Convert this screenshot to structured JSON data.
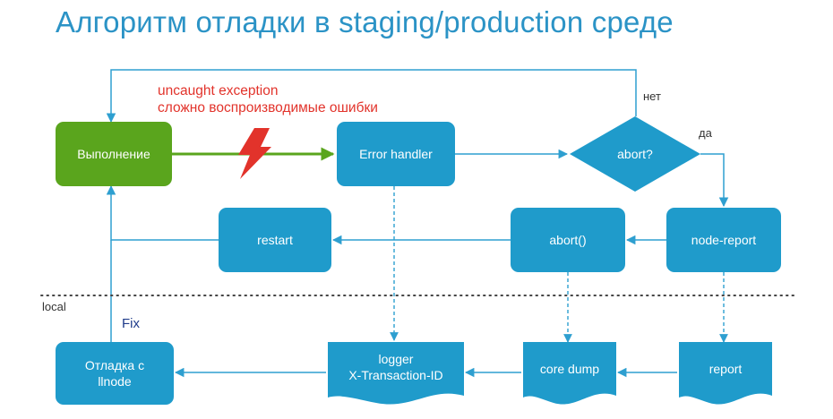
{
  "title": "Алгоритм отладки в staging/production среде",
  "colors": {
    "accent": "#1f9bcb",
    "execution": "#5aa51d",
    "error": "#e2332b",
    "line": "#2e9fd0",
    "fix_text": "#1f3b8a"
  },
  "nodes": {
    "execution": "Выполнение",
    "error_handler": "Error handler",
    "decision": "abort?",
    "restart": "restart",
    "abort_call": "abort()",
    "node_report": "node-report",
    "debug_line1": "Отладка с",
    "debug_line2": "llnode",
    "logger_line1": "logger",
    "logger_line2": "X-Transaction-ID",
    "core_dump": "core dump",
    "report": "report"
  },
  "labels": {
    "uncaught": "uncaught exception",
    "hard_to_reproduce": "сложно воспроизводимые ошибки",
    "no": "нет",
    "yes": "да",
    "local": "local",
    "fix": "Fix"
  },
  "icons": {
    "error": "lightning-bolt-icon"
  }
}
